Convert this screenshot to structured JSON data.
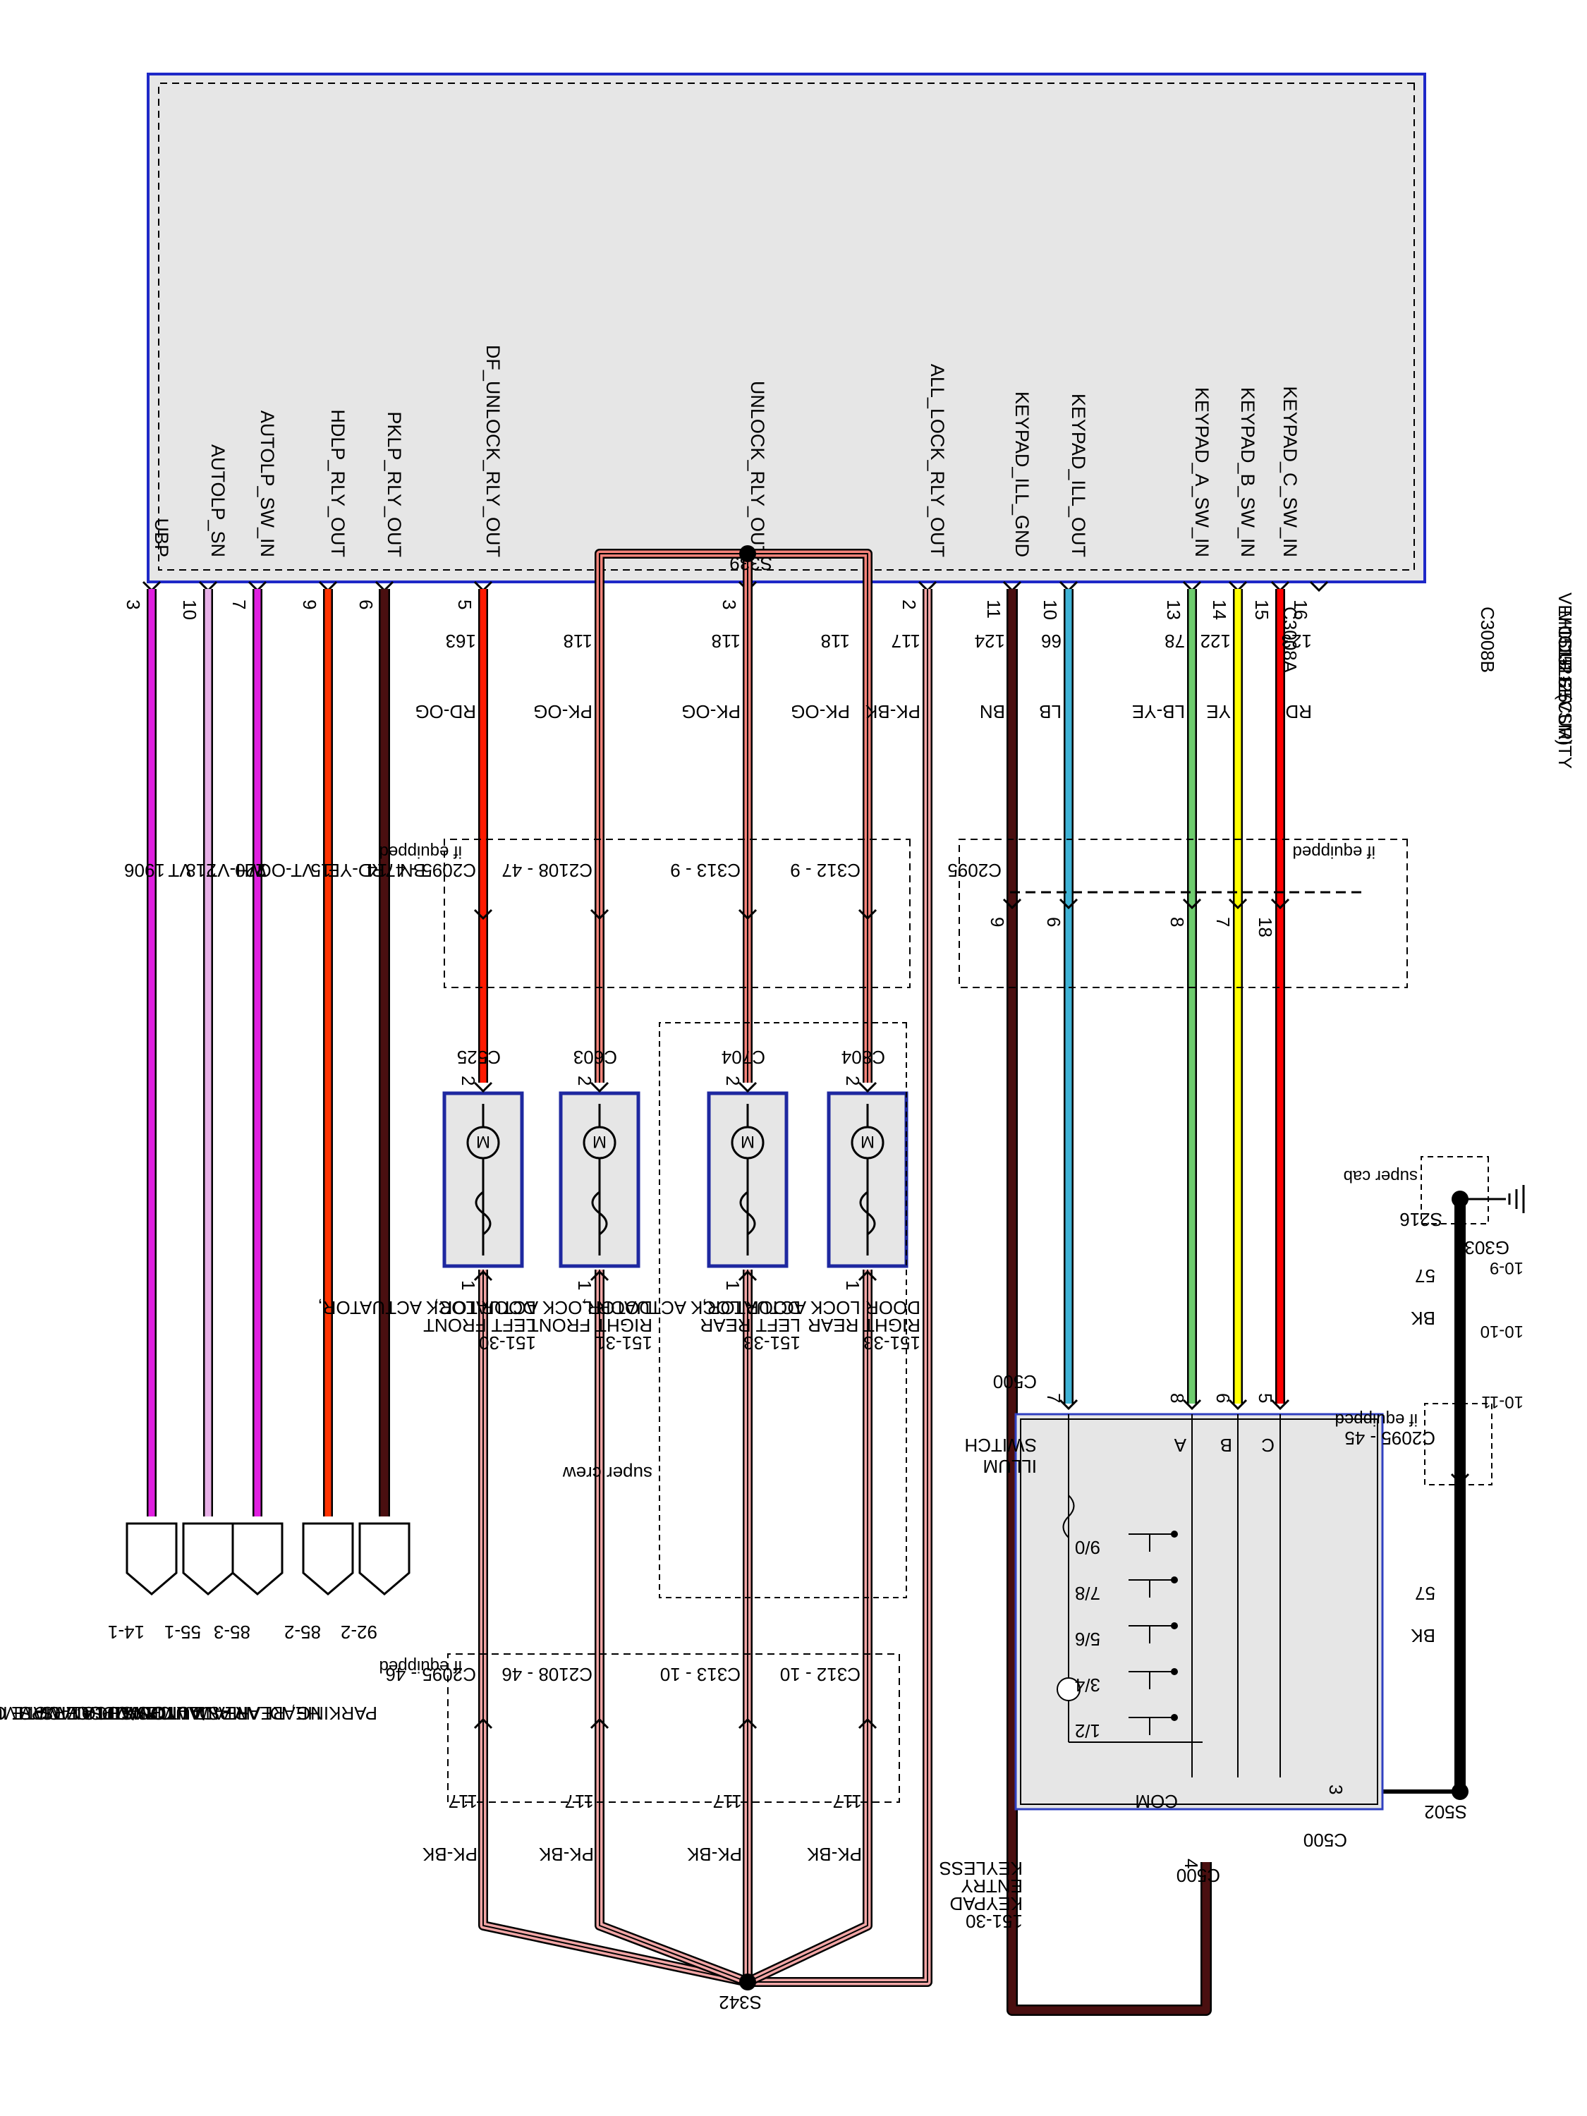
{
  "module": {
    "title_lines": [
      "VEHICLE SECURITY",
      "MODULE (VSM)",
      "151-21",
      "151-25"
    ],
    "connector_a": "C3008A",
    "connector_b": "C3008B"
  },
  "pins": [
    {
      "signal": "UBP",
      "pin": "3"
    },
    {
      "signal": "AUTOLP_SN",
      "pin": "10"
    },
    {
      "signal": "AUTOLP_SW_IN",
      "pin": "7"
    },
    {
      "signal": "HDLP_RLY_OUT",
      "pin": "9"
    },
    {
      "signal": "PKLP_RLY_OUT",
      "pin": "6"
    },
    {
      "signal": "DF_UNLOCK_RLY_OUT",
      "pin": "5"
    },
    {
      "signal": "UNLOCK_RLY_OUT",
      "pin": "3"
    },
    {
      "signal": "ALL_LOCK_RLY_OUT",
      "pin": "2"
    },
    {
      "signal": "KEYPAD_ILL_GND",
      "pin": "11"
    },
    {
      "signal": "KEYPAD_ILL_OUT",
      "pin": "10"
    },
    {
      "signal": "KEYPAD_A_SW_IN",
      "pin": "13"
    },
    {
      "signal": "KEYPAD_B_SW_IN",
      "pin": "14"
    },
    {
      "signal": "KEYPAD_C_SW_IN",
      "pin": "15"
    },
    {
      "signal": "",
      "pin": "16"
    }
  ],
  "wires_upper": [
    {
      "circuit": "1906",
      "color": "VT",
      "hex": "#e020e0"
    },
    {
      "circuit": "218",
      "color": "WH-VT",
      "hex": "#e7b0e7"
    },
    {
      "circuit": "220",
      "color": "VT-OG",
      "hex": "#e020e0"
    },
    {
      "circuit": "15",
      "color": "RD-YE",
      "hex": "#ff3300"
    },
    {
      "circuit": "14",
      "color": "BN",
      "hex": "#4a0f10"
    },
    {
      "circuit": "163",
      "color": "RD-OG",
      "hex": "#ff1a00"
    },
    {
      "circuit": "118",
      "color": "PK-OG",
      "hex": "#f5837a"
    },
    {
      "circuit": "118",
      "color": "PK-OG",
      "hex": "#f5837a"
    },
    {
      "circuit": "118",
      "color": "PK-OG",
      "hex": "#f5837a"
    },
    {
      "circuit": "117",
      "color": "PK-BK",
      "hex": "#f2a6a6"
    },
    {
      "circuit": "124",
      "color": "BN",
      "hex": "#4a0f10"
    },
    {
      "circuit": "66",
      "color": "LB",
      "hex": "#3fb3d6"
    },
    {
      "circuit": "78",
      "color": "LB-YE",
      "hex": "#6ecc6e"
    },
    {
      "circuit": "122",
      "color": "YE",
      "hex": "#ffff00"
    },
    {
      "circuit": "123",
      "color": "RD",
      "hex": "#ff0000"
    }
  ],
  "destinations": [
    {
      "code": "14-1",
      "name": "MODULE COMMUNICATIONS NETWORK"
    },
    {
      "code": "55-1",
      "name": "AUTOMATIC CLIMATE CONTROL SYSTEM"
    },
    {
      "code": "85-3",
      "name": "HEADLAMPS/AUTOLAMPS"
    },
    {
      "code": "85-2",
      "name": "HEADLAMPS/AUTOLAMPS"
    },
    {
      "code": "92-2",
      "name": "PARKING, REAR AND LICENSE LAMPS"
    }
  ],
  "splices": {
    "s339": "S339",
    "s342": "S342",
    "s216": "S216",
    "s502": "S502"
  },
  "inline_c2095_upper": {
    "label": "C2095 - 47",
    "note": "if equipped"
  },
  "inline_c2108_upper": "C2108 - 47",
  "inline_c313_upper": "C313 - 9",
  "inline_c312_upper": "C312 - 9",
  "inline_c2095_lower": {
    "label": "C2095 - 46",
    "note": "if equipped"
  },
  "inline_c2108_lower": "C2108 - 46",
  "inline_c313_lower": "C313 - 10",
  "inline_c312_lower": "C312 - 10",
  "actuators": [
    {
      "conn": "C525",
      "lines": [
        "DOOR LOCK ACTUATOR,",
        "LEFT FRONT",
        "151-30"
      ]
    },
    {
      "conn": "C603",
      "lines": [
        "DOOR LOCK ACTUATOR,",
        "RIGHT FRONT",
        "151-31"
      ]
    },
    {
      "conn": "C704",
      "lines": [
        "DOOR LOCK ACTUATOR,",
        "LEFT REAR",
        "151-33"
      ]
    },
    {
      "conn": "C804",
      "lines": [
        "DOOR LOCK ACTUATOR,",
        "RIGHT REAR",
        "151-33"
      ]
    }
  ],
  "pin_one": "1",
  "pin_two": "2",
  "lower_wire": {
    "circuit": "117",
    "color": "PK-BK"
  },
  "super_crew": "super crew",
  "keypad_inline": {
    "label": "C2095",
    "note": "if equipped",
    "pins": [
      "9",
      "6",
      "8",
      "7",
      "18"
    ]
  },
  "keypad": {
    "title_lines": [
      "KEYLESS",
      "ENTRY",
      "KEYPAD",
      "151-30"
    ],
    "conn": "C500",
    "conn_pins": [
      "7",
      "8",
      "6",
      "5"
    ],
    "switch_label": "SWITCH",
    "illum_label": "ILLUM",
    "rows": [
      "A",
      "B",
      "C"
    ],
    "buttons": [
      "1/2",
      "3/4",
      "5/6",
      "7/8",
      "9/0"
    ],
    "com": "COM",
    "com_pin": "4",
    "gnd_conn": "C500",
    "gnd_pin": "3"
  },
  "ground": {
    "super_cab": "super cab",
    "circuit": "57",
    "color": "BK",
    "g303": "G303",
    "refs": [
      "10-9",
      "10-10",
      "10-11"
    ],
    "inline_label": "C2095 - 45",
    "inline_note": "if equipped"
  }
}
